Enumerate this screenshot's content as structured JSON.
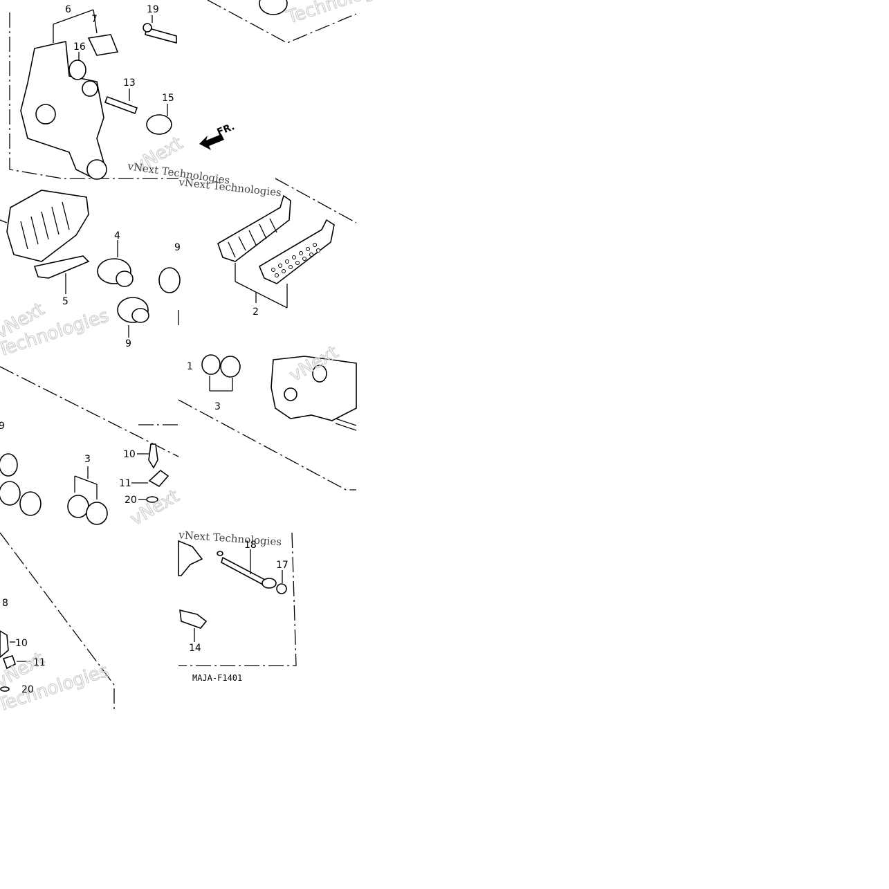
{
  "diagram": {
    "code": "MAJA-F1401",
    "direction_label": "FR.",
    "watermarks": [
      "vNext",
      "Technologies",
      "vNext Technologies"
    ],
    "callouts": [
      {
        "id": "c6a",
        "text": "6"
      },
      {
        "id": "c7",
        "text": "7"
      },
      {
        "id": "c19",
        "text": "19"
      },
      {
        "id": "c16",
        "text": "16"
      },
      {
        "id": "c13",
        "text": "13"
      },
      {
        "id": "c15",
        "text": "15"
      },
      {
        "id": "c4",
        "text": "4"
      },
      {
        "id": "c5",
        "text": "5"
      },
      {
        "id": "c9a",
        "text": "9"
      },
      {
        "id": "c9b",
        "text": "9"
      },
      {
        "id": "c2",
        "text": "2"
      },
      {
        "id": "c1",
        "text": "1"
      },
      {
        "id": "c3a",
        "text": "3"
      },
      {
        "id": "c9c",
        "text": "9"
      },
      {
        "id": "c3b",
        "text": "3"
      },
      {
        "id": "c10a",
        "text": "10"
      },
      {
        "id": "c11a",
        "text": "11"
      },
      {
        "id": "c20a",
        "text": "20"
      },
      {
        "id": "c18",
        "text": "18"
      },
      {
        "id": "c17",
        "text": "17"
      },
      {
        "id": "c14",
        "text": "14"
      },
      {
        "id": "c8",
        "text": "8"
      },
      {
        "id": "c10b",
        "text": "10"
      },
      {
        "id": "c11b",
        "text": "11"
      },
      {
        "id": "c20b",
        "text": "20"
      }
    ]
  }
}
